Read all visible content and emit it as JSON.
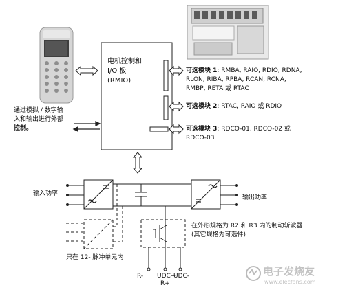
{
  "rmio": {
    "line1": "电机控制和",
    "line2": "I/O 板",
    "line3": "(RMIO)"
  },
  "options": [
    {
      "label": "可选模块 1",
      "text_line1": ": RMBA, RAIO, RDIO, RDNA,",
      "text_line2": "RLON, RIBA, RPBA, RCAN, RCNA,",
      "text_line3": "RMBP, RETA 或 RTAC"
    },
    {
      "label": "可选模块 2",
      "text_line1": ": RTAC, RAIO 或 RDIO"
    },
    {
      "label": "可选模块 3",
      "text_line1": ": RDCO-01, RDCO-02 或",
      "text_line2": "RDCO-03"
    }
  ],
  "io_note": {
    "line1": "通过模拟 / 数字输",
    "line2": "入和输出进行外部",
    "line3": "控制。"
  },
  "power": {
    "input": "输入功率",
    "output": "输出功率"
  },
  "pulse_note": "只在 12- 脉冲单元内",
  "chopper_note": {
    "line1": "在外形规格为 R2 和 R3 内的制动斩波器",
    "line2": "(其它规格为可选件)"
  },
  "terminals": {
    "r_minus": "R-",
    "udc_plus": "UDC+",
    "r_plus": "R+",
    "udc_minus": "UDC-"
  },
  "watermark": {
    "brand": "电子发烧友",
    "url": "www.elecfans.com"
  }
}
